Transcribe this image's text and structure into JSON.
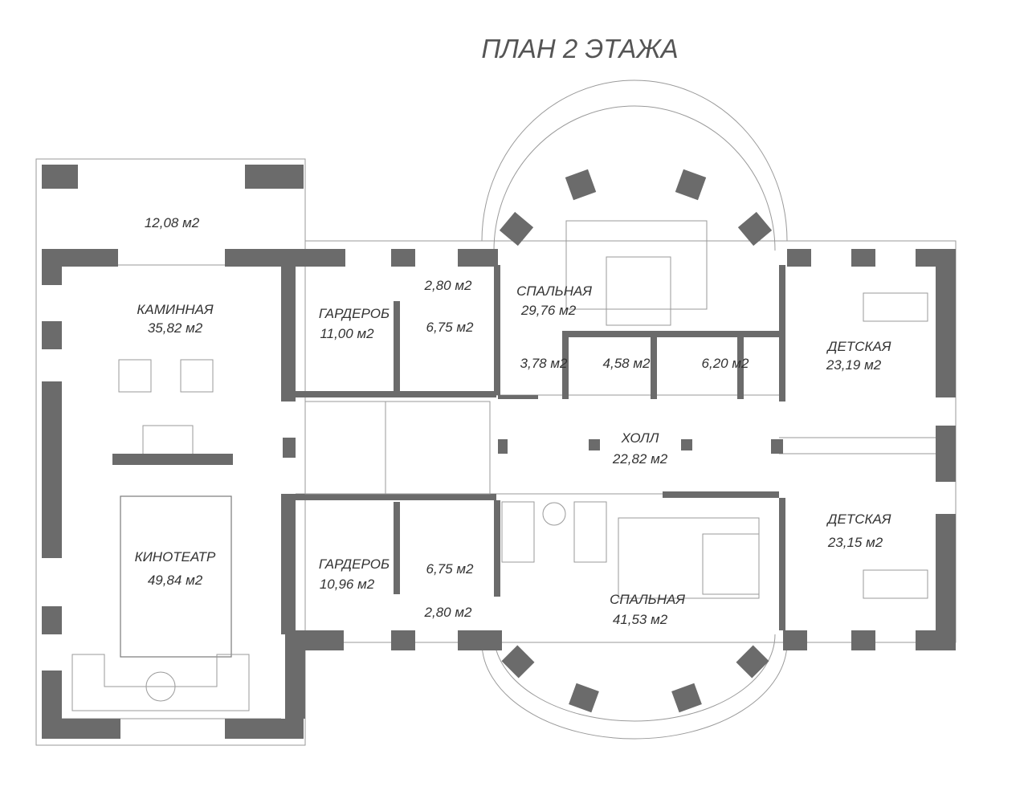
{
  "title": "ПЛАН 2 ЭТАЖА",
  "colors": {
    "wall": "#6b6b6b",
    "line": "#9a9a9a",
    "text": "#333333"
  },
  "rooms": [
    {
      "id": "terrace",
      "name": "",
      "area": "12,08 м2"
    },
    {
      "id": "fireplace",
      "name": "КАМИННАЯ",
      "area": "35,82 м2"
    },
    {
      "id": "cinema",
      "name": "КИНОТЕАТР",
      "area": "49,84 м2"
    },
    {
      "id": "wardrobe-top",
      "name": "ГАРДЕРОБ",
      "area": "11,00 м2"
    },
    {
      "id": "vestibule-top",
      "name": "",
      "area": "2,80 м2"
    },
    {
      "id": "bath-top",
      "name": "",
      "area": "6,75 м2"
    },
    {
      "id": "bedroom-top",
      "name": "СПАЛЬНАЯ",
      "area": "29,76 м2"
    },
    {
      "id": "closet-1",
      "name": "",
      "area": "3,78 м2"
    },
    {
      "id": "closet-2",
      "name": "",
      "area": "4,58 м2"
    },
    {
      "id": "bath-mid",
      "name": "",
      "area": "6,20 м2"
    },
    {
      "id": "kids-top",
      "name": "ДЕТСКАЯ",
      "area": "23,19 м2"
    },
    {
      "id": "hall",
      "name": "ХОЛЛ",
      "area": "22,82 м2"
    },
    {
      "id": "kids-bottom",
      "name": "ДЕТСКАЯ",
      "area": "23,15 м2"
    },
    {
      "id": "wardrobe-bottom",
      "name": "ГАРДЕРОБ",
      "area": "10,96 м2"
    },
    {
      "id": "bath-bottom",
      "name": "",
      "area": "6,75 м2"
    },
    {
      "id": "vestibule-bottom",
      "name": "",
      "area": "2,80 м2"
    },
    {
      "id": "bedroom-bottom",
      "name": "СПАЛЬНАЯ",
      "area": "41,53 м2"
    }
  ]
}
